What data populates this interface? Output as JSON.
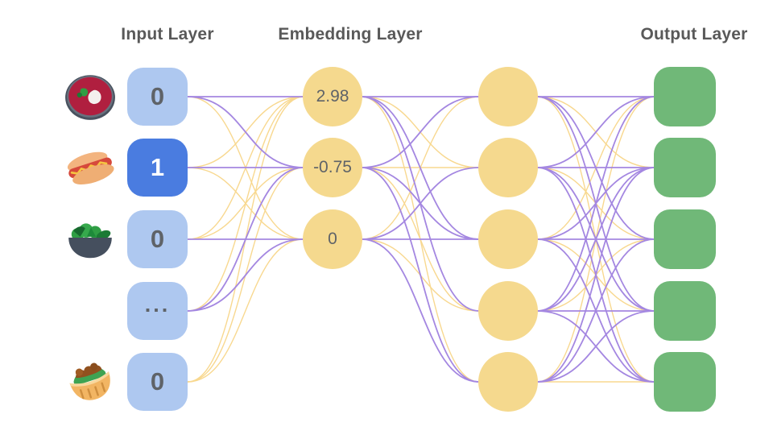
{
  "diagram_type": "neural-network-embedding-diagram",
  "titles": {
    "input": "Input Layer",
    "embedding": "Embedding Layer",
    "output": "Output Layer"
  },
  "palette": {
    "node_blue": "#aec8f0",
    "node_blue_active": "#4a7ce0",
    "node_yellow": "#f5d98e",
    "node_green": "#70b878",
    "wire_purple": "#a487e1",
    "wire_yellow": "#f8d88f",
    "text_dark": "#5f6368",
    "title_gray": "#595959"
  },
  "input_layer": {
    "title": "Input Layer",
    "nodes": [
      {
        "icon": "soup-bowl",
        "value": "0",
        "active": false
      },
      {
        "icon": "hot-dog",
        "value": "1",
        "active": true
      },
      {
        "icon": "green-salad",
        "value": "0",
        "active": false
      },
      {
        "icon": null,
        "value": "...",
        "active": false
      },
      {
        "icon": "stuffed-pita",
        "value": "0",
        "active": false
      }
    ]
  },
  "embedding_layer": {
    "title": "Embedding Layer",
    "nodes": [
      {
        "value": "2.98"
      },
      {
        "value": "-0.75"
      },
      {
        "value": "0"
      }
    ]
  },
  "hidden_layer": {
    "node_count": 5
  },
  "output_layer": {
    "title": "Output Layer",
    "node_count": 5
  },
  "connections": {
    "input_to_embedding": [
      [
        "p",
        "p",
        "y"
      ],
      [
        "y",
        "p",
        "y"
      ],
      [
        "y",
        "y",
        "p"
      ],
      [
        "y",
        "p",
        "p"
      ],
      [
        "y",
        "y",
        "y"
      ]
    ],
    "embedding_to_hidden": [
      [
        "p",
        "y",
        "p",
        "p",
        "y"
      ],
      [
        "p",
        "y",
        "p",
        "y",
        "p"
      ],
      [
        "y",
        "p",
        "p",
        "y",
        "p"
      ]
    ],
    "hidden_to_output": [
      [
        "p",
        "y",
        "p",
        "p",
        "y"
      ],
      [
        "p",
        "p",
        "y",
        "p",
        "p"
      ],
      [
        "y",
        "p",
        "p",
        "y",
        "p"
      ],
      [
        "p",
        "p",
        "y",
        "p",
        "p"
      ],
      [
        "y",
        "p",
        "p",
        "p",
        "y"
      ]
    ]
  }
}
